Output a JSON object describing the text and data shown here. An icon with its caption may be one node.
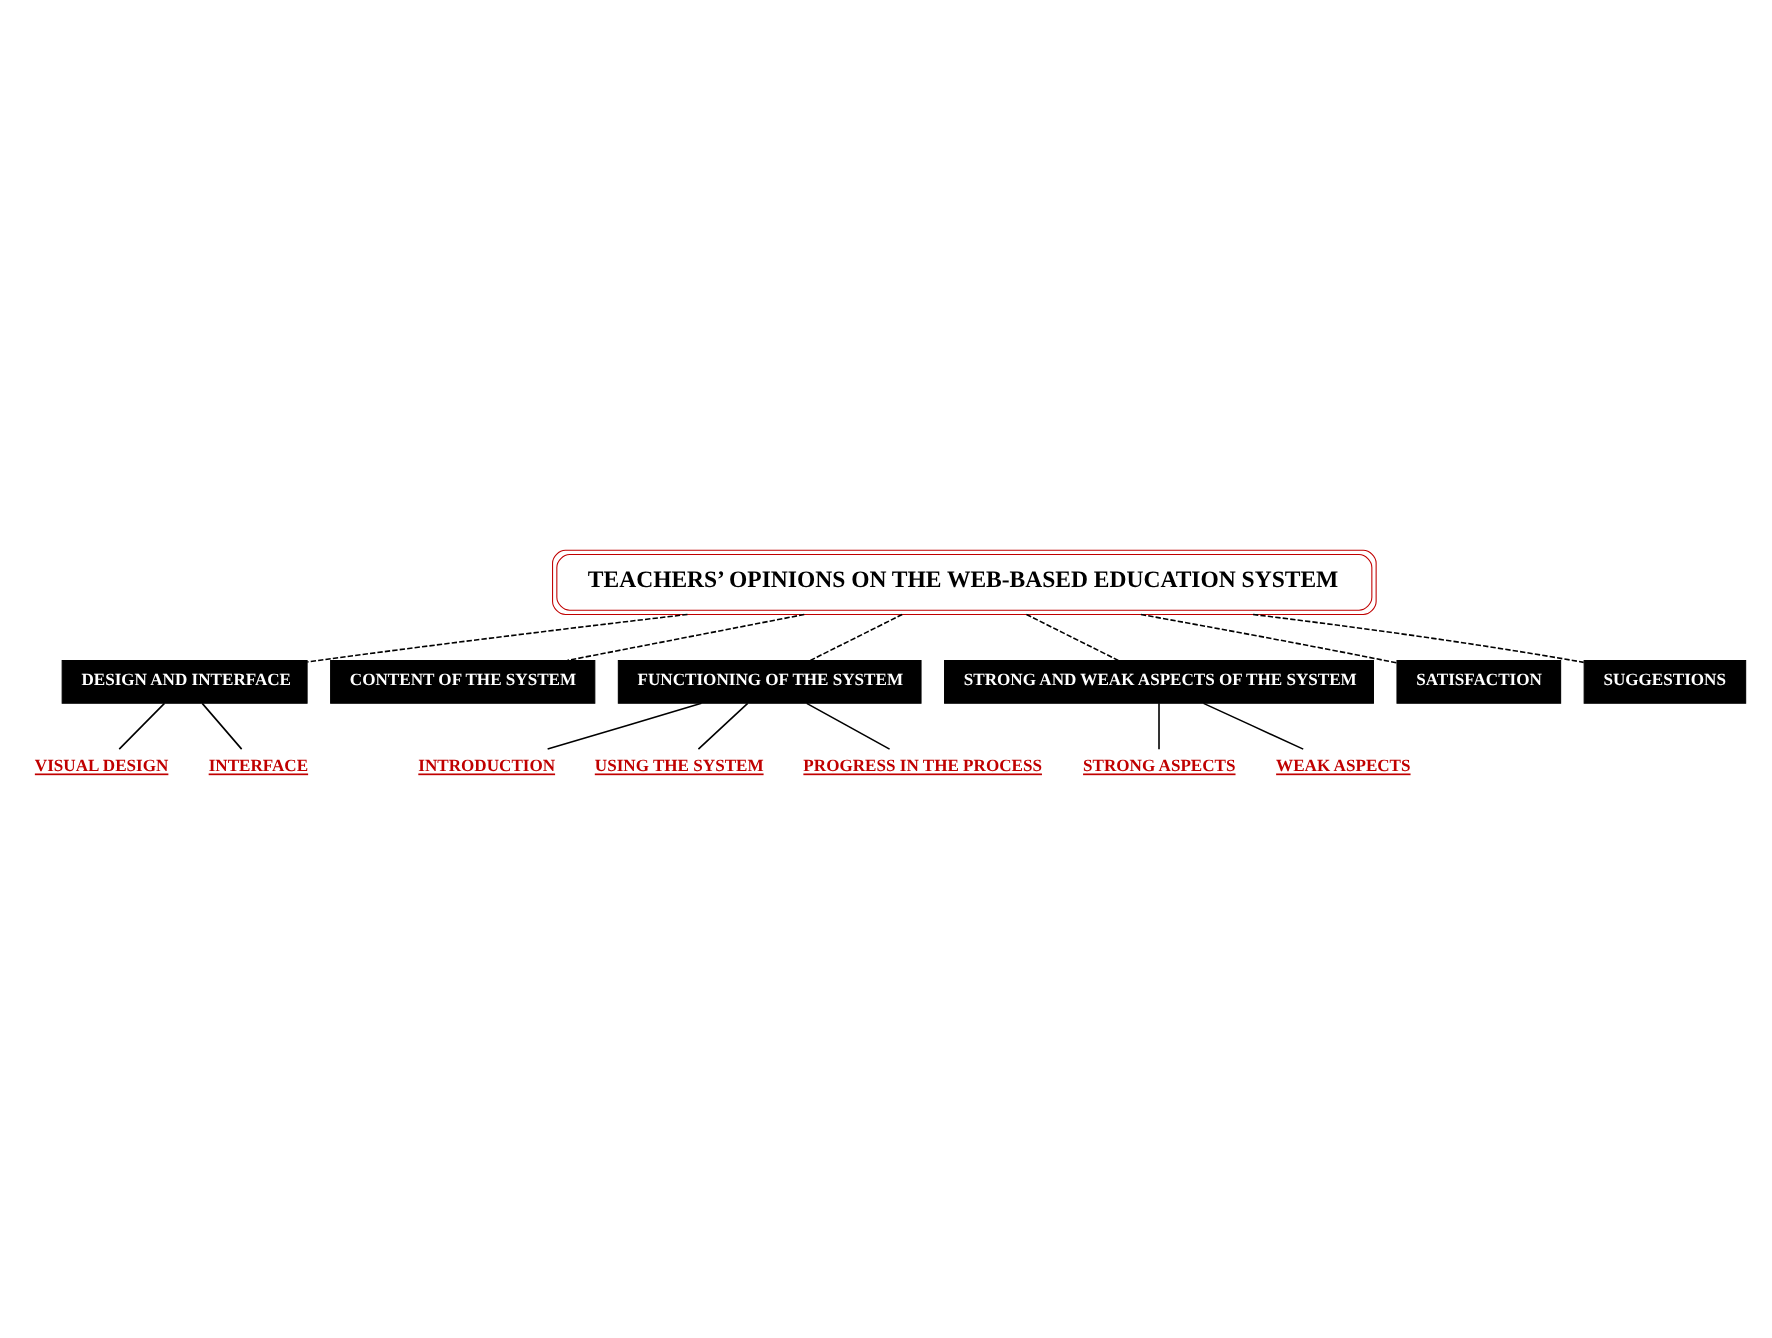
{
  "diagram": {
    "nodes": [
      {
        "text": [
          "TEACHERS’ OPINIONS ON THE WEB-BASED EDUCATION SYSTEM"
        ]
      },
      {
        "text": [
          "DESIGN AND INTERFACE"
        ]
      },
      {
        "text": [
          "VISUAL DESIGN"
        ]
      },
      {
        "text": [
          "INTERFACE"
        ]
      },
      {
        "text": [
          "CONTENT OF THE SYSTEM"
        ]
      },
      {
        "text": [
          "FUNCTIONING OF THE SYSTEM"
        ]
      },
      {
        "text": [
          "INTRODUCTION"
        ]
      },
      {
        "text": [
          "USING THE SYSTEM"
        ]
      },
      {
        "text": [
          "PROGRESS IN THE PROCESS"
        ]
      },
      {
        "text": [
          "STRONG AND WEAK ASPECTS OF THE SYSTEM"
        ]
      },
      {
        "text": [
          "STRONG ASPECTS"
        ]
      },
      {
        "text": [
          "WEAK ASPECTS"
        ]
      },
      {
        "text": [
          "SATISFACTION"
        ]
      },
      {
        "text": [
          "SUGGESTIONS"
        ]
      }
    ],
    "edges": [
      {
        "from": 0,
        "to": 1,
        "arrow": "none",
        "style": "dashed"
      },
      {
        "from": 1,
        "to": 2,
        "arrow": "none"
      },
      {
        "from": 1,
        "to": 3,
        "arrow": "none"
      },
      {
        "from": 0,
        "to": 4,
        "arrow": "none",
        "style": "dashed"
      },
      {
        "from": 0,
        "to": 5,
        "arrow": "none",
        "style": "dashed"
      },
      {
        "from": 5,
        "to": 6,
        "arrow": "none"
      },
      {
        "from": 5,
        "to": 7,
        "arrow": "none"
      },
      {
        "from": 5,
        "to": 8,
        "arrow": "none"
      },
      {
        "from": 0,
        "to": 9,
        "arrow": "none",
        "style": "dashed"
      },
      {
        "from": 9,
        "to": 10,
        "arrow": "none"
      },
      {
        "from": 9,
        "to": 11,
        "arrow": "none"
      },
      {
        "from": 0,
        "to": 12,
        "arrow": "none",
        "style": "dashed"
      },
      {
        "from": 0,
        "to": 13,
        "arrow": "none",
        "style": "dashed"
      }
    ]
  }
}
